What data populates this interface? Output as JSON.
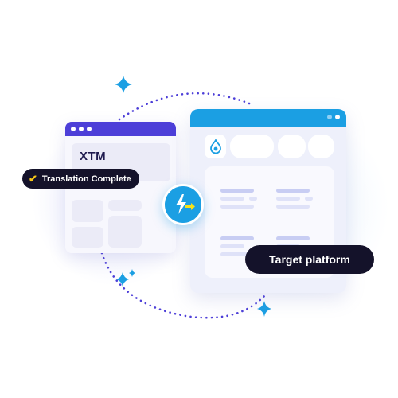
{
  "source_window": {
    "logo_text": "XTM",
    "accent_color": "#4d3fd8",
    "status_badge": {
      "icon": "checkmark-icon",
      "label": "Translation Complete"
    }
  },
  "connector": {
    "icon": "lightning-arrow-icon",
    "color": "#1b9fe3"
  },
  "target_window": {
    "accent_color": "#1b9fe3",
    "platform_icon": "drupal-drop-icon",
    "label": "Target platform"
  },
  "decorations": {
    "sparkle_color": "#1b9fe3",
    "dotted_path_color": "#4d3fd8"
  }
}
